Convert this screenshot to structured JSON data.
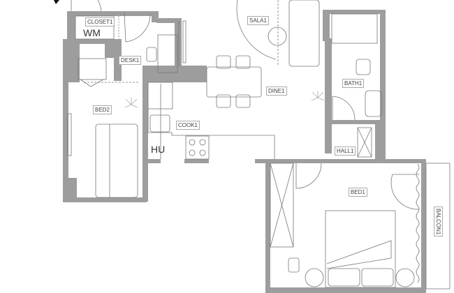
{
  "plan": {
    "rooms": {
      "closet1": "CLOSET1",
      "sala1": "SALA1",
      "desk1": "DESK1",
      "dine1": "DINE1",
      "bath1": "BATH1",
      "bed2": "BED2",
      "cook1": "COOK1",
      "hall1": "HALL1",
      "bed1": "BED1",
      "balcon1": "BALCON1"
    },
    "fixtures": {
      "washing_machine": "WM",
      "heating_unit": "HU"
    }
  },
  "colors": {
    "wall": "#9a9a9a",
    "line": "#777777",
    "background": "#ffffff"
  }
}
